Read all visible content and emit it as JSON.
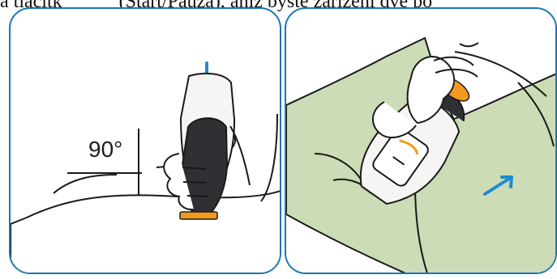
{
  "caption": {
    "left_text": "a tlačítk",
    "right_text": "(Start/Pauza), aniž byste zařízení dvě po"
  },
  "illustration_left": {
    "angle_label": "90°"
  },
  "colors": {
    "panel_border": "#1b77b2",
    "arrow": "#1f8ad0",
    "device_dark": "#2f3033",
    "device_light": "#f5f5f4",
    "orange": "#f39a1f",
    "clothing_green": "#cbdcb6",
    "line": "#1a1a1a"
  },
  "icons": {
    "down_arrow": "arrow-down-icon",
    "up_right_arrow": "arrow-up-right-icon"
  }
}
